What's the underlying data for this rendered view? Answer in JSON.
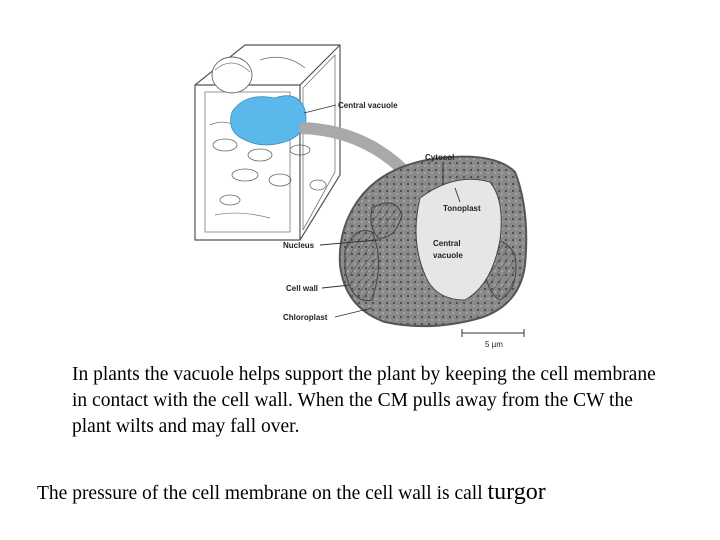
{
  "figure": {
    "labels": {
      "central_vacuole_top": "Central vacuole",
      "cytosol": "Cytosol",
      "tonoplast": "Tonoplast",
      "central_vacuole_micro_line1": "Central",
      "central_vacuole_micro_line2": "vacuole",
      "nucleus": "Nucleus",
      "cell_wall": "Cell wall",
      "chloroplast": "Chloroplast",
      "scale_bar": "5 µm"
    },
    "colors": {
      "vacuole_blue": "#5bb8ea",
      "arrow_gray": "#a9a9a9",
      "micrograph_dark": "#6f6f6f",
      "micrograph_vacuole": "#e6e6e6"
    }
  },
  "caption": "In plants the vacuole helps support the plant by keeping the cell membrane in contact with the cell wall. When the CM pulls away from the CW the plant wilts and may fall over.",
  "footer": {
    "text": "The pressure of the cell membrane on the cell wall  is call",
    "term": "turgor"
  }
}
